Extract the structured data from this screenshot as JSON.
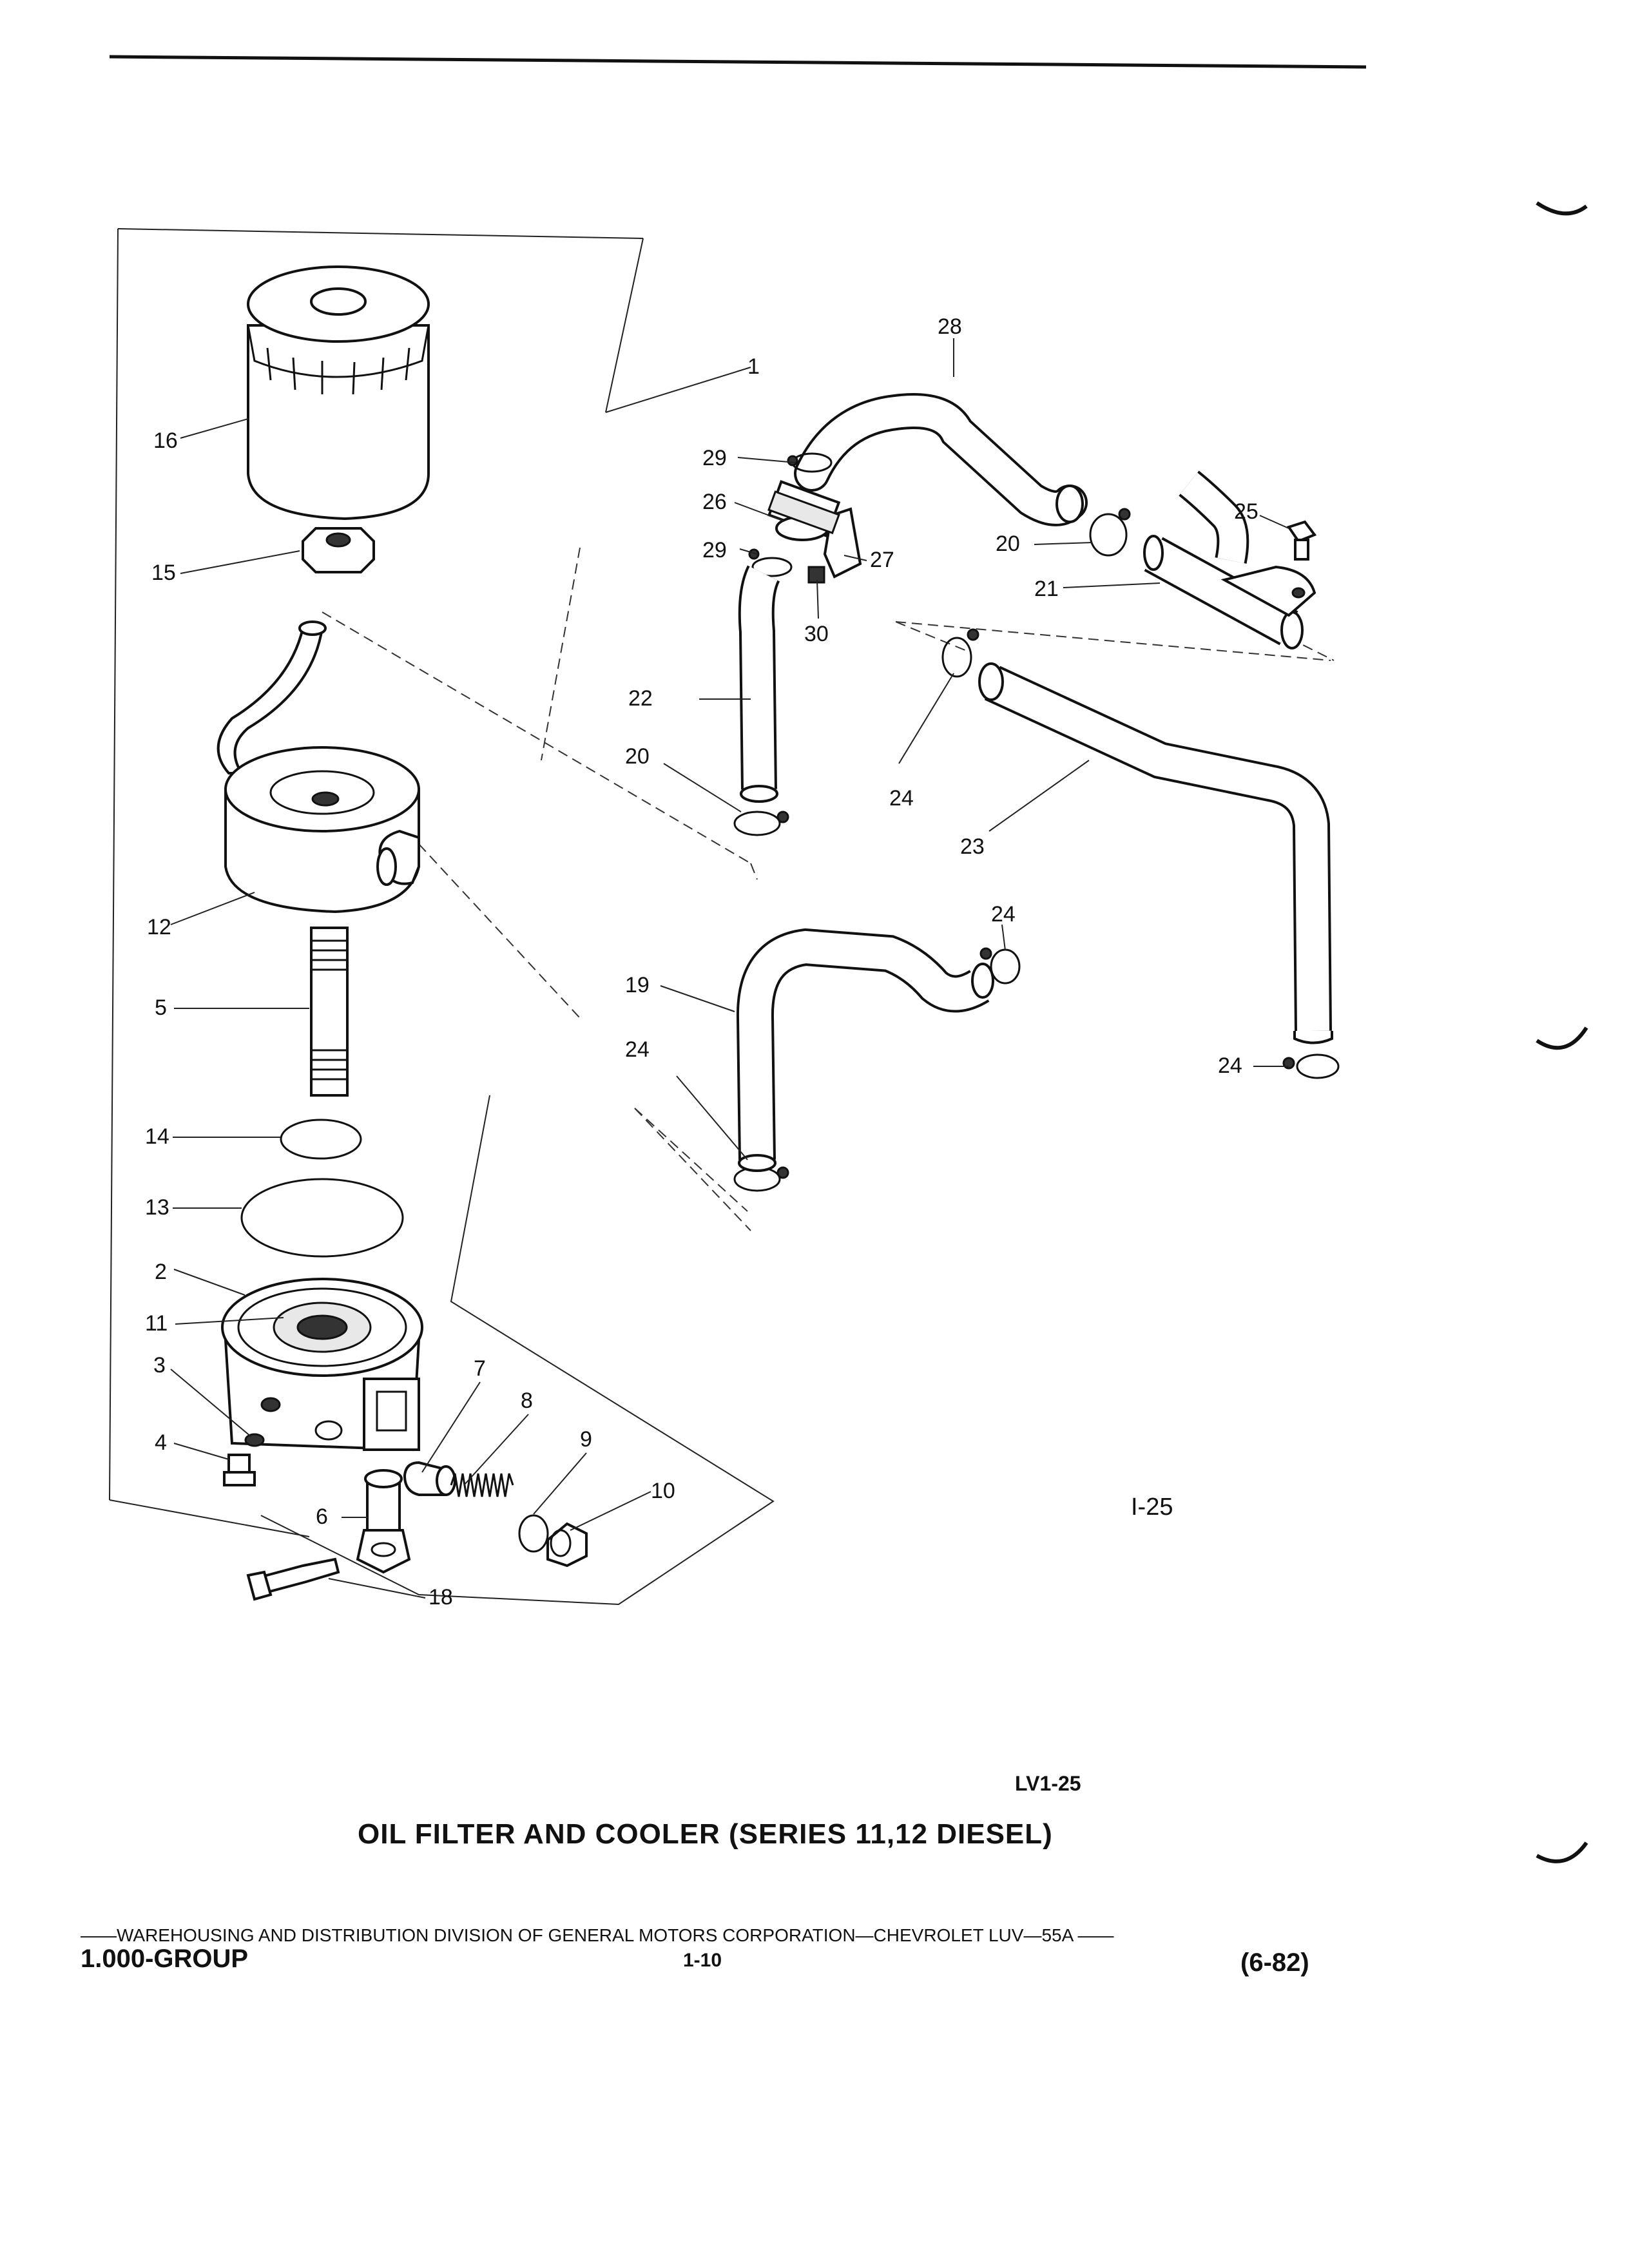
{
  "diagram": {
    "callouts": [
      "1",
      "2",
      "3",
      "4",
      "5",
      "6",
      "7",
      "8",
      "9",
      "10",
      "11",
      "12",
      "13",
      "14",
      "15",
      "16",
      "18",
      "19",
      "20",
      "20",
      "21",
      "22",
      "23",
      "24",
      "24",
      "24",
      "24",
      "25",
      "26",
      "27",
      "28",
      "29",
      "29",
      "30"
    ],
    "reference": "I-25"
  },
  "caption": {
    "code": "LV1-25",
    "title": "OIL FILTER AND COOLER (SERIES 11,12 DIESEL)"
  },
  "footer": {
    "line": "——WAREHOUSING AND DISTRIBUTION  DIVISION OF GENERAL MOTORS CORPORATION—CHEVROLET LUV—55A  ——",
    "group": "1.000-GROUP",
    "page": "1-10",
    "date": "(6-82)"
  }
}
